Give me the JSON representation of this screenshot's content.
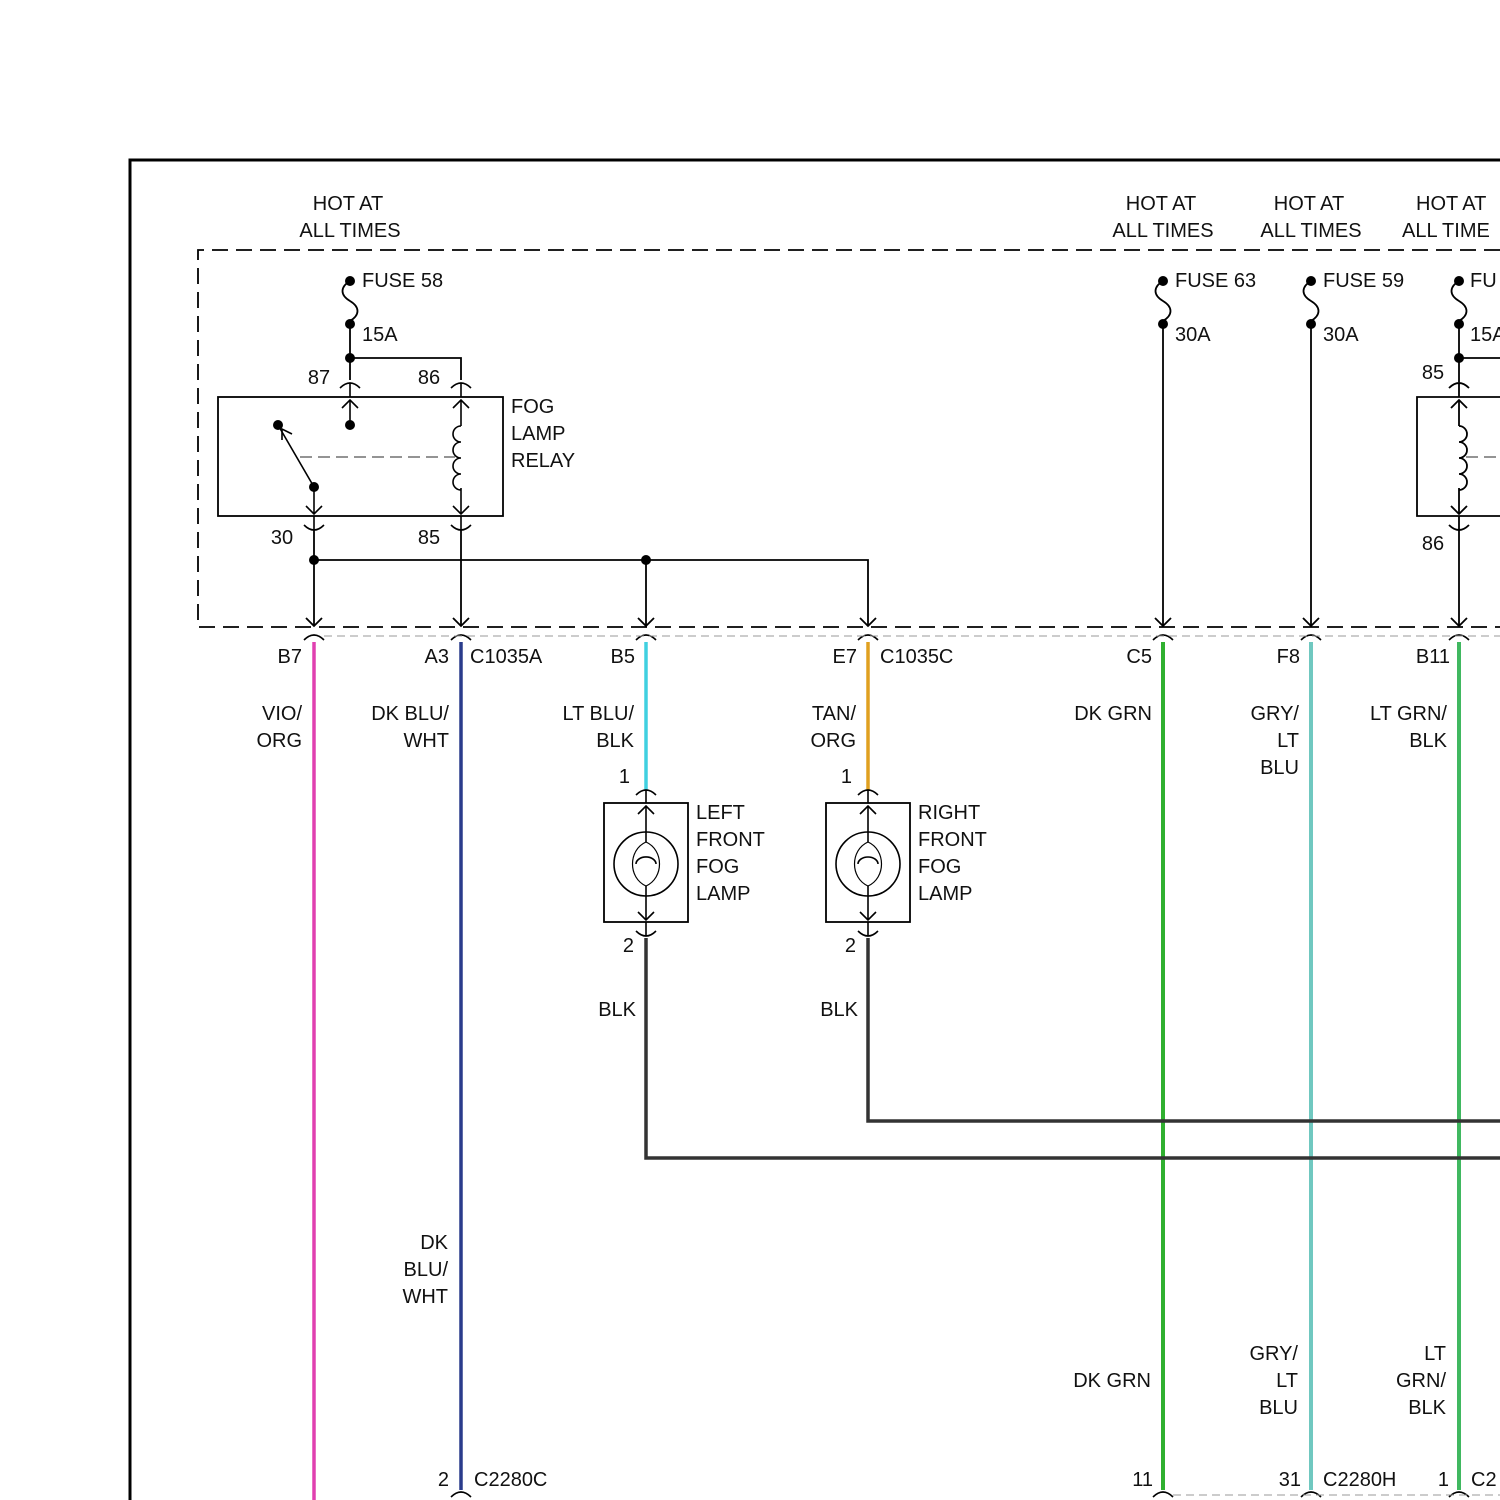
{
  "colors": {
    "vio_org": "#e040b0",
    "dk_blu_wht": "#2a3c8c",
    "lt_blu_blk": "#40d0e0",
    "tan_org": "#e0a020",
    "dk_grn": "#30b030",
    "gry_lt_blu": "#70c8c0",
    "lt_grn_blk": "#40b860",
    "blk": "#333333"
  },
  "hot_left": [
    "HOT AT",
    "ALL TIMES"
  ],
  "hot_mid1": [
    "HOT AT",
    "ALL TIMES"
  ],
  "hot_mid2": [
    "HOT AT",
    "ALL TIMES"
  ],
  "hot_right": [
    "HOT AT",
    "ALL TIME"
  ],
  "fuses": {
    "f58": {
      "name": "FUSE 58",
      "rating": "15A"
    },
    "f63": {
      "name": "FUSE 63",
      "rating": "30A"
    },
    "f59": {
      "name": "FUSE 59",
      "rating": "30A"
    },
    "fr": {
      "name": "FU",
      "rating": "15A"
    }
  },
  "relay": {
    "label": [
      "FOG",
      "LAMP",
      "RELAY"
    ],
    "pin_87": "87",
    "pin_86": "86",
    "pin_30": "30",
    "pin_85": "85"
  },
  "right_relay": {
    "pin_85": "85",
    "pin_86": "86"
  },
  "connectors": {
    "c1035a": "C1035A",
    "c1035c": "C1035C",
    "b7": "B7",
    "a3": "A3",
    "b5": "B5",
    "e7": "E7",
    "c5": "C5",
    "f8": "F8",
    "b11": "B11",
    "c2280c": "C2280C",
    "c2280c_pin": "2",
    "c2280h": "C2280H",
    "pin_11": "11",
    "pin_31": "31",
    "pin_1": "1",
    "c2_partial": "C2"
  },
  "wires": {
    "vio_org": [
      "VIO/",
      "ORG"
    ],
    "dk_blu_wht": [
      "DK BLU/",
      "WHT"
    ],
    "dk_blu_wht_lower": [
      "DK",
      "BLU/",
      "WHT"
    ],
    "lt_blu_blk": [
      "LT BLU/",
      "BLK"
    ],
    "tan_org": [
      "TAN/",
      "ORG"
    ],
    "dk_grn": "DK GRN",
    "dk_grn_lower": "DK GRN",
    "gry_lt_blu": [
      "GRY/",
      "LT",
      "BLU"
    ],
    "gry_lt_blu_lower": [
      "GRY/",
      "LT",
      "BLU"
    ],
    "lt_grn_blk": [
      "LT GRN/",
      "BLK"
    ],
    "lt_grn_blk_lower": [
      "LT",
      "GRN/",
      "BLK"
    ],
    "blk_left": "BLK",
    "blk_right": "BLK"
  },
  "lamps": {
    "left": {
      "label": [
        "LEFT",
        "FRONT",
        "FOG",
        "LAMP"
      ],
      "pin_top": "1",
      "pin_bottom": "2"
    },
    "right": {
      "label": [
        "RIGHT",
        "FRONT",
        "FOG",
        "LAMP"
      ],
      "pin_top": "1",
      "pin_bottom": "2"
    }
  }
}
